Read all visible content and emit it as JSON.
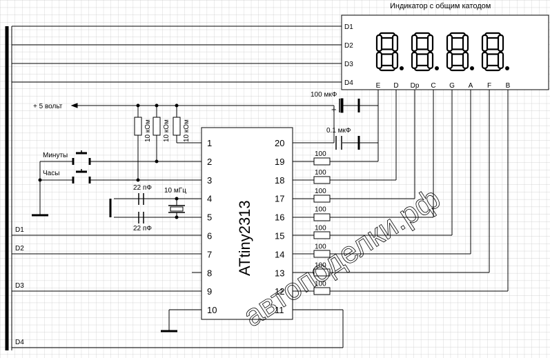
{
  "title": "Индикатор с общим катодом",
  "display_digits": [
    {
      "value": "8"
    },
    {
      "value": "8"
    },
    {
      "value": "8"
    },
    {
      "value": "8"
    }
  ],
  "digit_lines": [
    {
      "label": "D1"
    },
    {
      "label": "D2"
    },
    {
      "label": "D3"
    },
    {
      "label": "D4"
    }
  ],
  "segment_pins": [
    {
      "label": "E"
    },
    {
      "label": "D"
    },
    {
      "label": "Dp"
    },
    {
      "label": "C"
    },
    {
      "label": "G"
    },
    {
      "label": "A"
    },
    {
      "label": "F"
    },
    {
      "label": "B"
    }
  ],
  "chip": {
    "name": "ATtiny2313",
    "left_pins": [
      {
        "num": "1"
      },
      {
        "num": "2"
      },
      {
        "num": "3"
      },
      {
        "num": "4"
      },
      {
        "num": "5"
      },
      {
        "num": "6"
      },
      {
        "num": "7"
      },
      {
        "num": "8"
      },
      {
        "num": "9"
      },
      {
        "num": "10"
      }
    ],
    "right_pins": [
      {
        "num": "20"
      },
      {
        "num": "19"
      },
      {
        "num": "18"
      },
      {
        "num": "17"
      },
      {
        "num": "16"
      },
      {
        "num": "15"
      },
      {
        "num": "14"
      },
      {
        "num": "13"
      },
      {
        "num": "12"
      },
      {
        "num": "11"
      }
    ]
  },
  "components": {
    "power": "+ 5 вольт",
    "cap_100": "100 мкФ",
    "cap_01": "0.1 мкФ",
    "cap_plus": "+",
    "cap_22_top": "22 пФ",
    "cap_22_bottom": "22 пФ",
    "crystal": "10 мГц",
    "pullup_resistor": "10 кОм",
    "segment_resistor": "100"
  },
  "buttons": {
    "minutes": "Минуты",
    "hours": "Часы"
  },
  "left_labels": [
    {
      "label": "D1"
    },
    {
      "label": "D2"
    },
    {
      "label": "D3"
    },
    {
      "label": "D4"
    }
  ],
  "watermark": "автоподелки.рф"
}
